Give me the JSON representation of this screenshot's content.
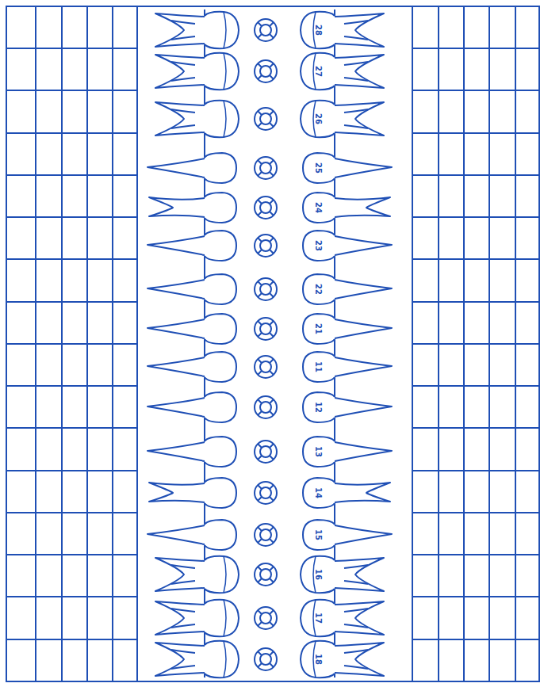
{
  "diagram": {
    "labels": [
      "28",
      "27",
      "26",
      "25",
      "24",
      "23",
      "22",
      "21",
      "11",
      "12",
      "13",
      "14",
      "15",
      "16",
      "17",
      "18"
    ]
  }
}
